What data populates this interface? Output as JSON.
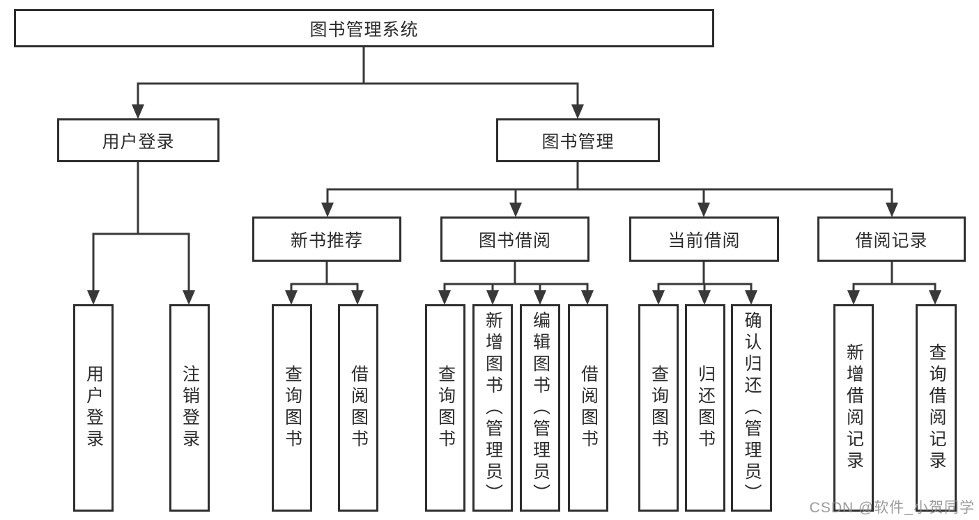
{
  "tree": {
    "root": "图书管理系统",
    "user_branch": {
      "label": "用户登录",
      "leaves": [
        "用户登录",
        "注销登录"
      ]
    },
    "book_branch": {
      "label": "图书管理",
      "groups": [
        {
          "label": "新书推荐",
          "leaves": [
            "查询图书",
            "借阅图书"
          ]
        },
        {
          "label": "图书借阅",
          "leaves": [
            "查询图书",
            "新增图书（管理员）",
            "编辑图书（管理员）",
            "借阅图书"
          ]
        },
        {
          "label": "当前借阅",
          "leaves": [
            "查询图书",
            "归还图书",
            "确认归还（管理员）"
          ]
        },
        {
          "label": "借阅记录",
          "leaves": [
            "新增借阅记录",
            "查询借阅记录"
          ]
        }
      ]
    }
  },
  "watermark": "CSDN @软件_小贺同学",
  "colors": {
    "line": "#383838",
    "border": "#2e2e2e",
    "text": "#2b2b2b",
    "watermark": "#8a8a8a"
  }
}
